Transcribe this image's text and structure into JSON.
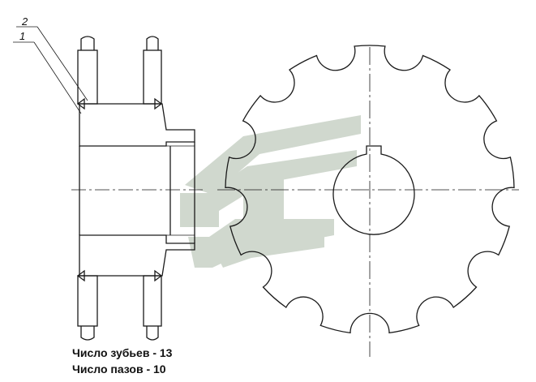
{
  "callouts": {
    "part_2": "2",
    "part_1": "1"
  },
  "specs": {
    "teeth_count": "Число зубьев - 13",
    "slots_count": "Число пазов - 10"
  },
  "sprocket": {
    "teeth": 13
  },
  "colors": {
    "line": "#1a1a1a",
    "watermark": "#c8d2c6"
  }
}
